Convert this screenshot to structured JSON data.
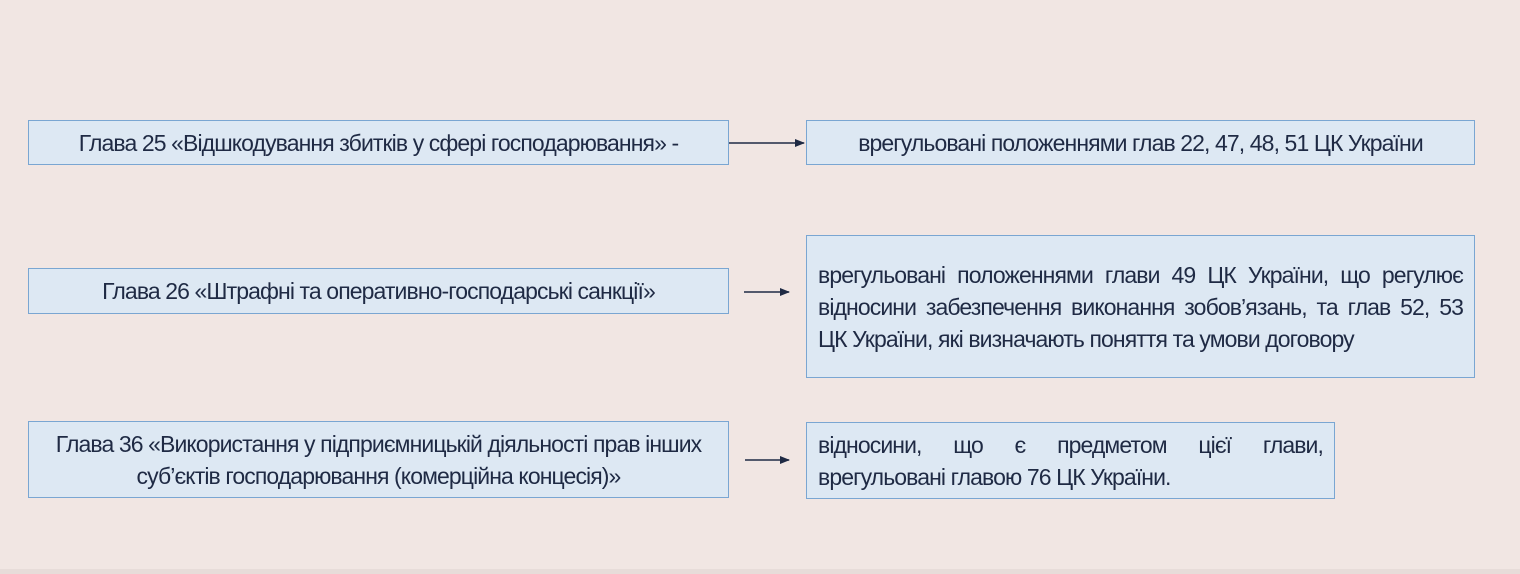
{
  "rows": [
    {
      "chapter": "Глава 25 «Відшкодування збитків у сфері господарювання» -",
      "regulation": "врегульовані положеннями глав 22, 47, 48, 51 ЦК України"
    },
    {
      "chapter": "Глава 26 «Штрафні та оперативно-господарські санкції»",
      "regulation": "врегульовані положеннями глави 49 ЦК України, що регулює відносини забезпечення виконання зобов’язань, та глав 52, 53 ЦК України, які визначають поняття та умови договору"
    },
    {
      "chapter": "Глава 36 «Використання у підприємницькій діяльності прав інших суб’єктів господарювання (комерційна концесія)»",
      "regulation": "відносини, що є предметом цієї глави, врегульовані главою 76 ЦК України."
    }
  ],
  "colors": {
    "background": "#f1e6e3",
    "box_fill": "#dde8f3",
    "box_border": "#7aa6d2",
    "text": "#1f2a44",
    "arrow": "#1f2a44"
  }
}
